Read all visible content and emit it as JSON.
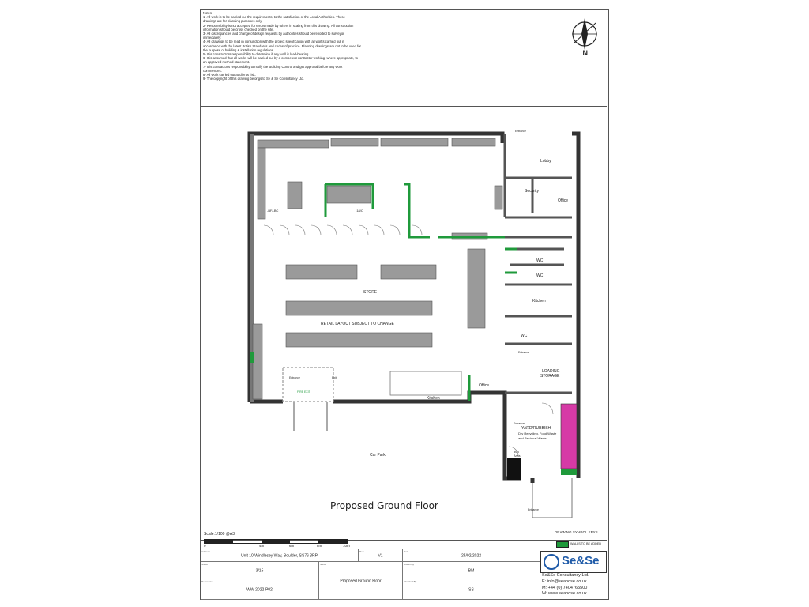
{
  "notes": {
    "heading": "Notes",
    "lines": [
      "1- All work is to be carried out the requirements, to the satisfaction of the Local Authorities. These",
      "drawings are for planning purposes only.",
      "2- Responsibility is not accepted for errors made by others in scaling from this drawing. All construction",
      "information should be cross checked on the site.",
      "3- All discrepancies and change of design requests by authorities should be reported to surveyor",
      "immediately.",
      "4- All drawings to be read in conjunction with the project specification with all works carried out in",
      "accordance with the latest British Standards and codes of practice. Planning drawings are not to be used for",
      "the purpose of building & installation regulations.",
      "5- It is constructors responsibility to determine if any wall is load-bearing.",
      "6- It is assumed that all works will be carried out by a competent contractor working, where appropriate, to",
      "an approved method statement.",
      "7- It is contractor's responsibility to notify the Building Control and get approval before any work",
      "commences.",
      "8- All work carried out at clients risk.",
      "9- The copyright of this drawing belongs to Se & Se Consultancy Ltd."
    ]
  },
  "north": {
    "label": "N",
    "icon": "north-arrow-icon"
  },
  "plan": {
    "rooms": {
      "lobby": "Lobby",
      "security": "Security",
      "office_top": "Office",
      "wc1": "WC",
      "wc2": "WC",
      "kitchen": "Kitchen",
      "wc3": "WC",
      "loading": "LOADING",
      "storage": "STORAGE",
      "store": "STORE",
      "retail_note": "RETAIL LAYOUT SUBJECT TO CHANGE",
      "office_bottom": "Office",
      "yard": "YARD/RUBBISH",
      "yard_note1": "Dry Recycling, Food Waste",
      "yard_note2": "and Residual Waste",
      "car_park": "Car Park",
      "kitchen_bottom": "Kitchen",
      "bin_area": "Bin",
      "bin_area2": "Area",
      "chiller_label": "-BF/-BC",
      "freezer_label": "-18/C",
      "entrance": "Entrance",
      "exit": "Exit",
      "fire_exit": "FIRE EXIT"
    }
  },
  "drawing_title": "Proposed Ground Floor",
  "scale": {
    "label": "Scale:1/100 @A3",
    "ticks": [
      "0",
      "4m",
      "6m",
      "8m",
      "10m"
    ]
  },
  "keys": {
    "heading": "DRAWING SYMBOL KEYS",
    "walls_label": "WALLS TO BE ADDED",
    "wall_color": "#1f9a3b"
  },
  "title_block": {
    "address_label": "Address",
    "address": "Unit 10 Windlesey Way, Boulder, SS76 3RP",
    "rev_label": "Rev",
    "rev": "V1",
    "date_label": "Date",
    "date": "25/02/2022",
    "sheet_label": "Sheet",
    "sheet": "3/15",
    "name_label": "Name",
    "name": "Proposed Ground Floor",
    "drawn_label": "Drawn By",
    "drawn": "BM",
    "reference_label": "Reference",
    "reference": "WW-2022-P02",
    "checked_label": "Checked By",
    "checked": "SS"
  },
  "company": {
    "logo_text": "Se&Se",
    "name": "Se&Se Consultancy Ltd.",
    "email": "E: info@seandse.co.uk",
    "phone": "M: +44 (0) 7404765500",
    "web": "W: www.seandse.co.uk",
    "brand_color": "#1e5aa8"
  }
}
